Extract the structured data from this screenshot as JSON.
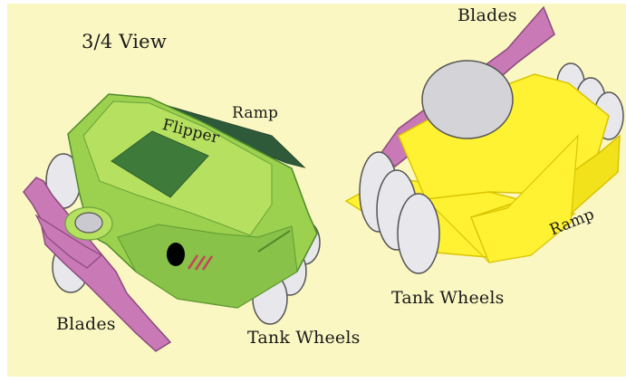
{
  "labels": {
    "view_title": "3/4 View",
    "green_robot": {
      "flipper": "Flipper",
      "ramp": "Ramp",
      "blades": "Blades",
      "wheels": "Tank Wheels"
    },
    "yellow_robot": {
      "blades": "Blades",
      "wheels": "Tank Wheels",
      "ramp": "Ramp"
    }
  },
  "colors": {
    "background": "#fbf7c2",
    "green_body": "#9bd14e",
    "green_body_light": "#b6e05f",
    "green_dark_panel": "#3e7a3a",
    "green_ramp": "#2f5a3a",
    "yellow_body": "#fff233",
    "yellow_side": "#f2e21c",
    "blade_pink": "#c879b6",
    "wheel_gray": "#e8e8ec",
    "wheel_outline": "#555555",
    "stripe_red": "#c4475a"
  }
}
